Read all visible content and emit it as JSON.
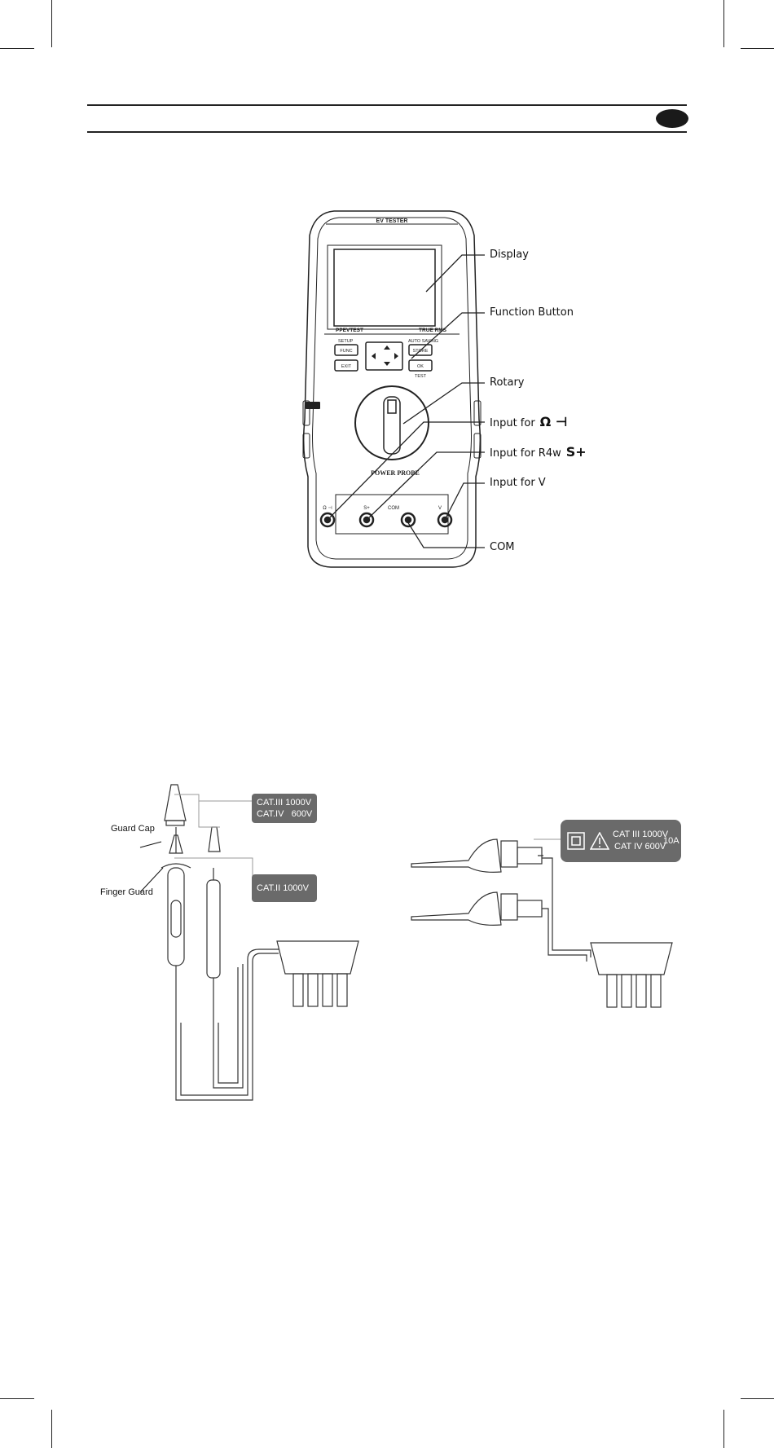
{
  "meter": {
    "brand": "EV TESTER",
    "model": "PPEVTEST",
    "rms_label": "TRUE RMS",
    "buttons": {
      "setup": "SETUP",
      "func": "FUNC",
      "exit": "EXIT",
      "autosaving": "AUTO SAVING",
      "store": "STORE",
      "ok": "OK",
      "test": "TEST"
    },
    "logo": "POWER PROBE",
    "jacks": [
      "Ω ⊣",
      "S+",
      "COM",
      "V"
    ]
  },
  "callouts": {
    "display": "Display",
    "function_button": "Function Button",
    "rotary": "Rotary",
    "input_ohm": "Input for",
    "input_ohm_symbol": "Ω ⊣",
    "input_r4w": "Input for R4w",
    "input_r4w_symbol": "S+",
    "input_v": "Input for V",
    "com": "COM"
  },
  "leads": {
    "guard_cap": "Guard Cap",
    "finger_guard": "Finger Guard",
    "tag_cat3": "CAT.III 1000V",
    "tag_cat4": "CAT.IV   600V",
    "tag_cat2": "CAT.II 1000V"
  },
  "clamps": {
    "tag_cat3": "CAT III 1000V",
    "tag_cat4": "CAT IV 600V",
    "tag_amps": "10A"
  }
}
